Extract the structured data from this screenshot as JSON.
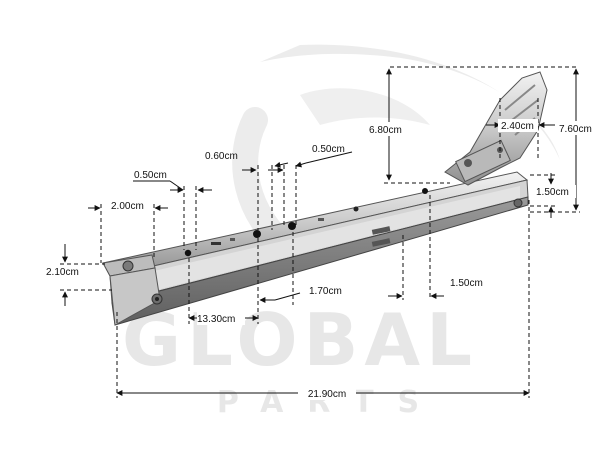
{
  "watermark": {
    "brand": "GLOBAL",
    "sub": "PARTS"
  },
  "dimensions": {
    "overall_length": "21.90cm",
    "arm_height": "7.60cm",
    "arm_rise": "6.80cm",
    "arm_width": "2.40cm",
    "end_height": "1.50cm",
    "slot_spacing_right": "1.50cm",
    "slot_spacing_mid": "1.70cm",
    "hole_span": "13.30cm",
    "hole_offset_a": "0.60cm",
    "hole_diameter_a": "0.50cm",
    "hole_diameter_b": "0.50cm",
    "first_hole_offset": "2.00cm",
    "body_height": "2.10cm"
  }
}
